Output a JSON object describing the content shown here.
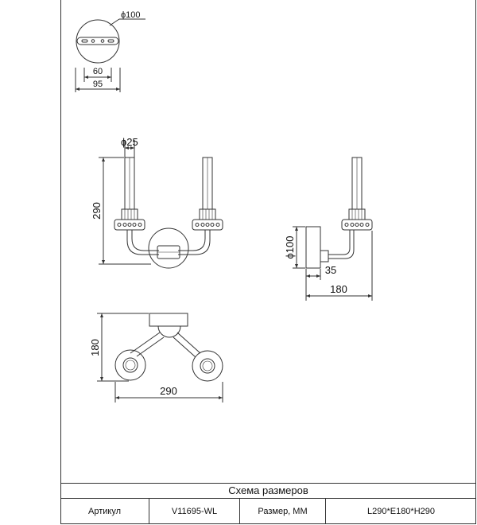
{
  "dimensions": {
    "top_diameter": "ϕ100",
    "top_inner": "60",
    "top_outer": "95",
    "front_tube_diameter": "ϕ25",
    "front_height": "290",
    "side_diameter": "ϕ100",
    "side_offset": "35",
    "side_depth": "180",
    "plan_depth": "180",
    "plan_width": "290"
  },
  "table": {
    "title": "Схема размеров",
    "article_label": "Артикул",
    "article_value": "V11695-WL",
    "size_label": "Размер, ММ",
    "size_value": "L290*E180*H290"
  }
}
